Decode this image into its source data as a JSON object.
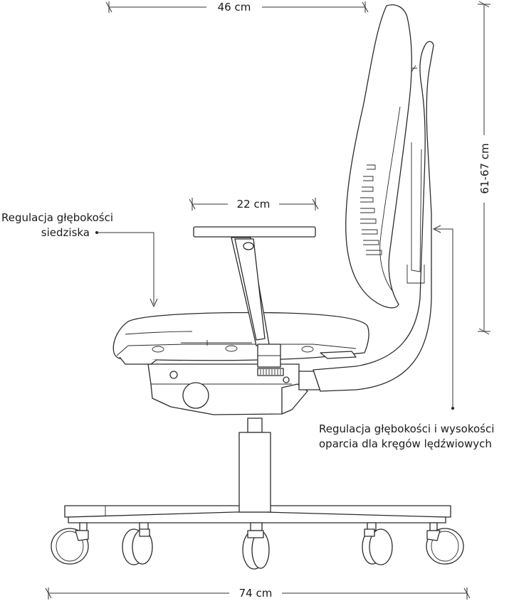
{
  "dimensions": {
    "top_width": "46 cm",
    "armrest_width": "22 cm",
    "backrest_height": "61-67 cm",
    "base_width": "74 cm"
  },
  "callouts": {
    "seat_depth": {
      "line1": "Regulacja głębokości",
      "line2": "siedziska"
    },
    "lumbar": {
      "line1": "Regulacja głębokości i wysokości",
      "line2": "oparcia dla kręgów lędźwiowych"
    }
  },
  "colors": {
    "line": "#2b2b2b",
    "background": "#ffffff"
  }
}
